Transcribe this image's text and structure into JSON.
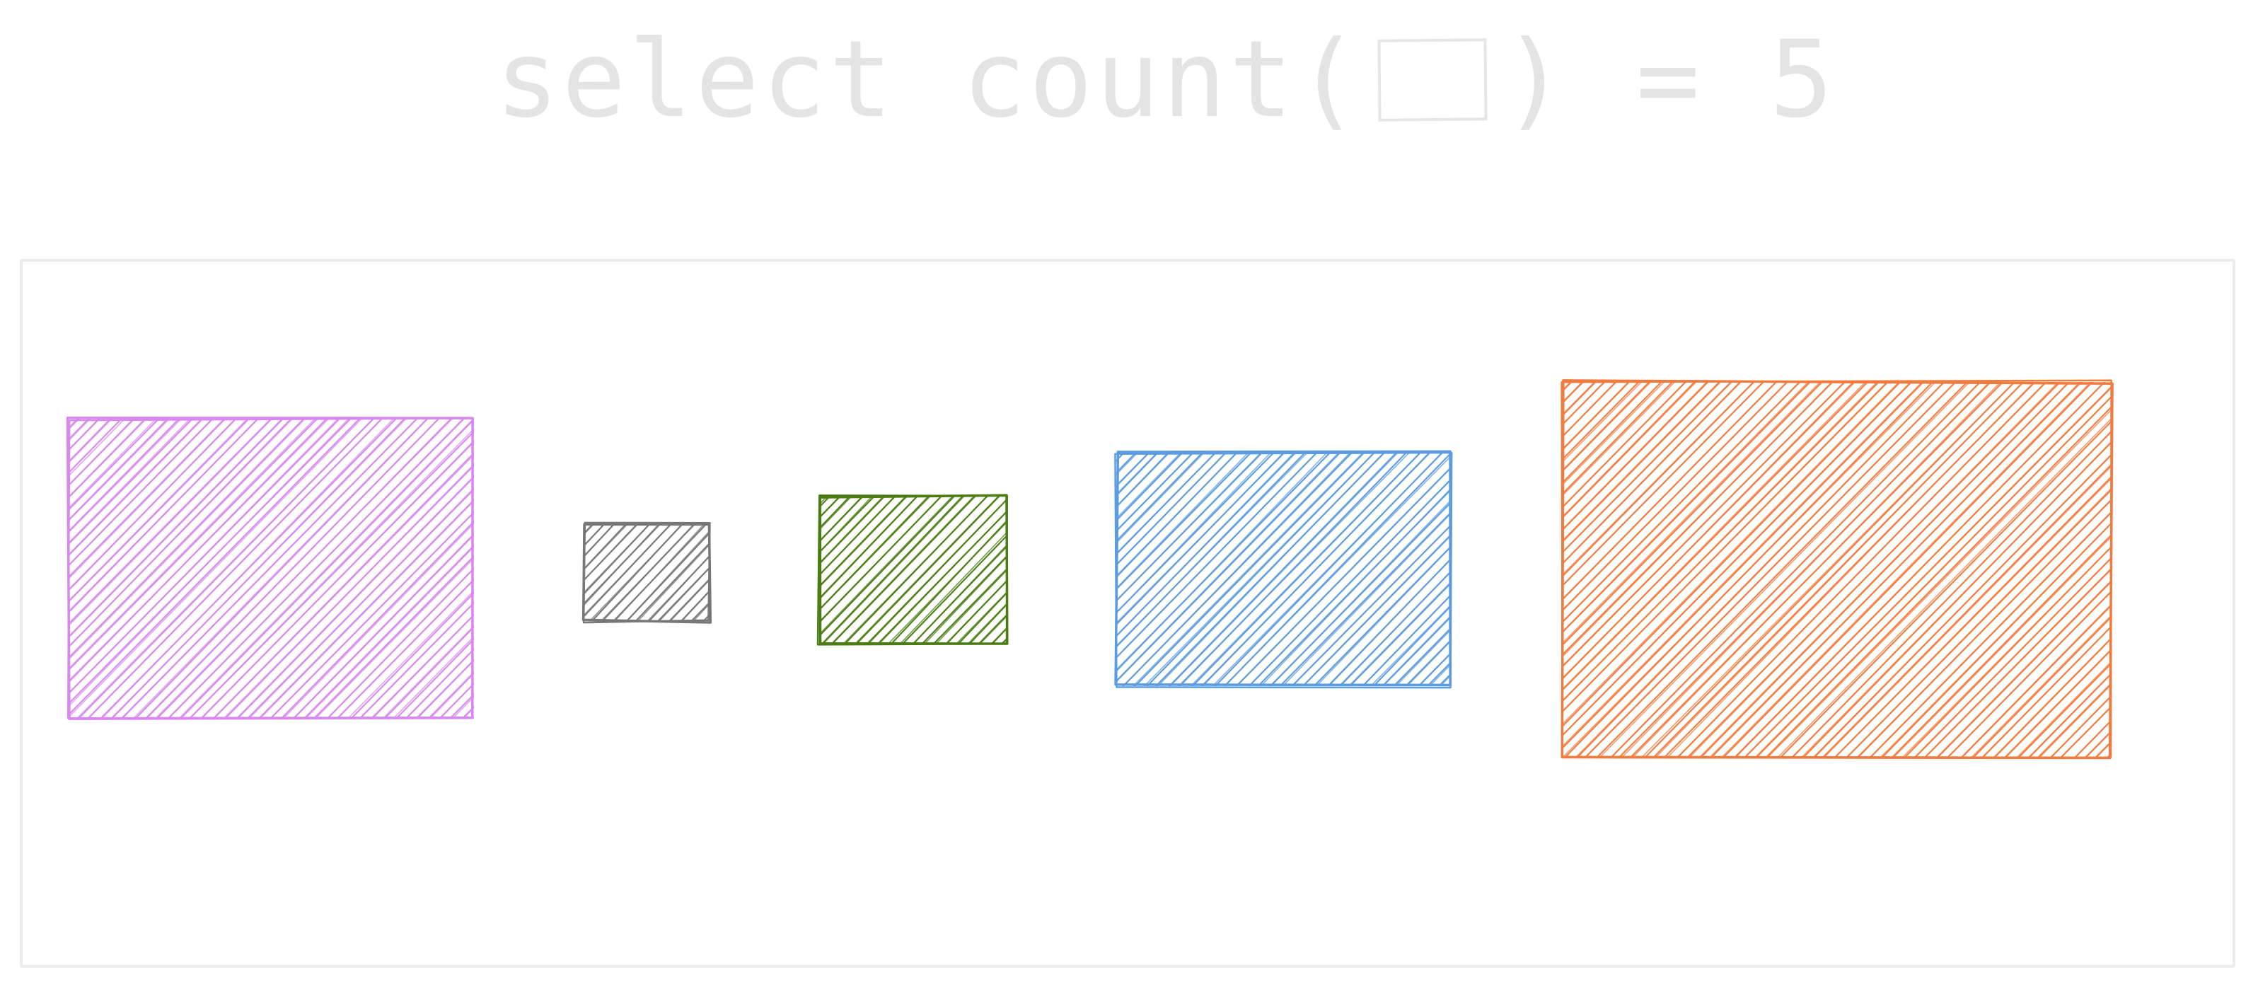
{
  "title": {
    "prefix": "select count(",
    "suffix": ") = 5",
    "placeholder_icon": "empty-box-icon",
    "color": "#e4e4e4"
  },
  "frame": {
    "border_color": "#ececec"
  },
  "rectangles": [
    {
      "name": "purple-hatched-rectangle",
      "color": "#d986f0"
    },
    {
      "name": "gray-hatched-rectangle",
      "color": "#777777"
    },
    {
      "name": "green-hatched-rectangle",
      "color": "#4a7c12"
    },
    {
      "name": "blue-hatched-rectangle",
      "color": "#5b9bdf"
    },
    {
      "name": "orange-hatched-rectangle",
      "color": "#f07b3f"
    }
  ]
}
